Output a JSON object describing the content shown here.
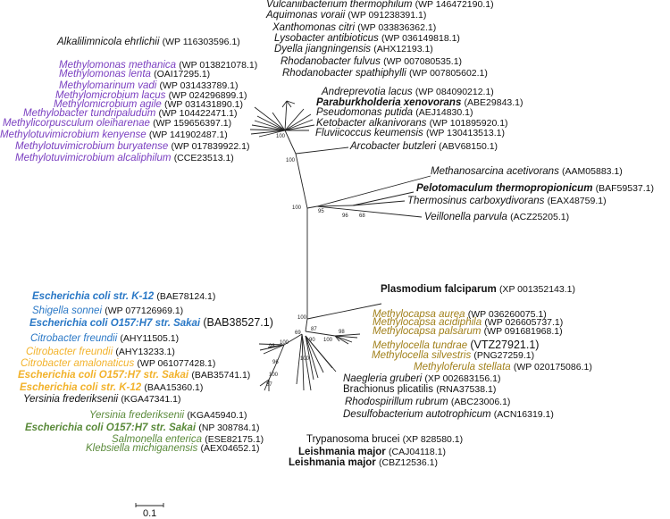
{
  "colors": {
    "purple": "#7a3fc0",
    "blue": "#2a78c6",
    "orange": "#f2b22a",
    "green": "#5a8a3a",
    "olive": "#a07f18",
    "black": "#111111"
  },
  "labels": [
    {
      "name": "Vulcaniibacterium thermophilum",
      "acc": "(WP 146472190.1)",
      "color": "black"
    },
    {
      "name": "Aquimonas voraii",
      "acc": "(WP 091238391.1)",
      "color": "black"
    },
    {
      "name": "Xanthomonas citri",
      "acc": "(WP 033836362.1)",
      "color": "black"
    },
    {
      "name": "Lysobacter antibioticus",
      "acc": "(WP 036149818.1)",
      "color": "black"
    },
    {
      "name": "Dyella jiangningensis",
      "acc": "(AHX12193.1)",
      "color": "black"
    },
    {
      "name": "Rhodanobacter fulvus",
      "acc": "(WP 007080535.1)",
      "color": "black"
    },
    {
      "name": "Rhodanobacter spathiphylli",
      "acc": "(WP 007805602.1)",
      "color": "black"
    },
    {
      "name": "Andreprevotia lacus",
      "acc": "(WP 084090212.1)",
      "color": "black"
    },
    {
      "name": "Paraburkholderia xenovorans",
      "acc": "(ABE29843.1)",
      "color": "black",
      "bold": true
    },
    {
      "name": "Pseudomonas putida",
      "acc": "(AEJ14830.1)",
      "color": "black"
    },
    {
      "name": "Ketobacter alkanivorans",
      "acc": "(WP 101895920.1)",
      "color": "black"
    },
    {
      "name": "Fluviicoccus keumensis",
      "acc": "(WP 130413513.1)",
      "color": "black"
    },
    {
      "name": "Arcobacter butzleri",
      "acc": "(ABV68150.1)",
      "color": "black"
    },
    {
      "name": "Methanosarcina acetivorans",
      "acc": "(AAM05883.1)",
      "color": "black"
    },
    {
      "name": "Pelotomaculum thermopropionicum",
      "acc": "(BAF59537.1)",
      "color": "black",
      "bold": true
    },
    {
      "name": "Thermosinus carboxydivorans",
      "acc": "(EAX48759.1)",
      "color": "black"
    },
    {
      "name": "Veillonella parvula",
      "acc": "(ACZ25205.1)",
      "color": "black"
    },
    {
      "name": "Alkalilimnicola ehrlichii",
      "acc": "(WP 116303596.1)",
      "color": "black"
    },
    {
      "name": "Methylomonas methanica",
      "acc": "(WP 013821078.1)",
      "color": "purple"
    },
    {
      "name": "Methylomonas lenta",
      "acc": "(OAI17295.1)",
      "color": "purple"
    },
    {
      "name": "Methylomarinum vadi",
      "acc": "(WP 031433789.1)",
      "color": "purple"
    },
    {
      "name": "Methylomicrobium lacus",
      "acc": "(WP 024296899.1)",
      "color": "purple"
    },
    {
      "name": "Methylomicrobium agile",
      "acc": "(WP 031431890.1)",
      "color": "purple"
    },
    {
      "name": "Methylobacter tundripaludum",
      "acc": "(WP 104422471.1)",
      "color": "purple"
    },
    {
      "name": "Methylicorpusculum oleiharenae",
      "acc": "(WP 159656397.1)",
      "color": "purple"
    },
    {
      "name": "Methylotuvimicrobium kenyense",
      "acc": "(WP 141902487.1)",
      "color": "purple"
    },
    {
      "name": "Methylotuvimicrobium buryatense",
      "acc": "(WP 017839922.1)",
      "color": "purple"
    },
    {
      "name": "Methylotuvimicrobium alcaliphilum",
      "acc": "(CCE23513.1)",
      "color": "purple"
    },
    {
      "name": "Escherichia coli str. K-12",
      "acc": "(BAE78124.1)",
      "color": "blue",
      "bold": true,
      "mixed": true
    },
    {
      "name": "Shigella sonnei",
      "acc": "(WP 077126969.1)",
      "color": "blue"
    },
    {
      "name": "Escherichia coli O157:H7 str. Sakai",
      "acc": "(BAB38527.1)",
      "color": "blue",
      "bold": true,
      "mixed": true,
      "bigacc": true
    },
    {
      "name": "Citrobacter freundii",
      "acc": "(AHY11505.1)",
      "color": "blue"
    },
    {
      "name": "Citrobacter freundii",
      "acc": "(AHY13233.1)",
      "color": "orange"
    },
    {
      "name": "Citrobacter amalonaticus",
      "acc": "(WP 061077428.1)",
      "color": "orange"
    },
    {
      "name": "Escherichia coli O157:H7 str. Sakai",
      "acc": "(BAB35741.1)",
      "color": "orange",
      "bold": true,
      "mixed": true
    },
    {
      "name": "Escherichia coli str. K-12",
      "acc": "(BAA15360.1)",
      "color": "orange",
      "bold": true,
      "mixed": true
    },
    {
      "name": "Yersinia frederiksenii",
      "acc": "(KGA47341.1)",
      "color": "black"
    },
    {
      "name": "Yersinia frederiksenii",
      "acc": "(KGA45940.1)",
      "color": "green"
    },
    {
      "name": "Escherichia coli O157:H7 str. Sakai",
      "acc": "(NP 308784.1)",
      "color": "green",
      "bold": true,
      "mixed": true
    },
    {
      "name": "Salmonella enterica",
      "acc": "(ESE82175.1)",
      "color": "green"
    },
    {
      "name": "Klebsiella michiganensis",
      "acc": "(AEX04652.1)",
      "color": "green"
    },
    {
      "name": "Plasmodium falciparum",
      "acc": "(XP 001352143.1)",
      "color": "black",
      "bold": true,
      "upright": true
    },
    {
      "name": "Methylocapsa aurea",
      "acc": "(WP 036260075.1)",
      "color": "olive"
    },
    {
      "name": "Methylocapsa acidiphila",
      "acc": "(WP 026605737.1)",
      "color": "olive"
    },
    {
      "name": "Methylocapsa palsarum",
      "acc": "(WP 091681968.1)",
      "color": "olive"
    },
    {
      "name": "Methylocella tundrae",
      "acc": "(VTZ27921.1)",
      "color": "olive",
      "bigacc": true
    },
    {
      "name": "Methylocella silvestris",
      "acc": "(PNG27259.1)",
      "color": "olive"
    },
    {
      "name": "Methyloferula stellata",
      "acc": "(WP 020175086.1)",
      "color": "olive"
    },
    {
      "name": "Naegleria gruberi",
      "acc": "(XP 002683156.1)",
      "color": "black"
    },
    {
      "name": "Brachionus plicatilis",
      "acc": "(RNA37538.1)",
      "color": "black",
      "upright": true
    },
    {
      "name": "Rhodospirillum rubrum",
      "acc": "(ABC23006.1)",
      "color": "black"
    },
    {
      "name": "Desulfobacterium autotrophicum",
      "acc": "(ACN16319.1)",
      "color": "black"
    },
    {
      "name": "Trypanosoma brucei",
      "acc": "(XP 828580.1)",
      "color": "black",
      "upright": true
    },
    {
      "name": "Leishmania major",
      "acc": "(CAJ04118.1)",
      "color": "black",
      "bold": true,
      "upright": true
    },
    {
      "name": "Leishmania major",
      "acc": "(CBZ12536.1)",
      "color": "black",
      "bold": true,
      "upright": true
    }
  ],
  "bootstrap": [
    "100",
    "100",
    "100",
    "95",
    "96",
    "68",
    "100",
    "87",
    "69",
    "90",
    "100",
    "98",
    "100",
    "98",
    "96",
    "100",
    "87",
    "100"
  ],
  "scale_bar": {
    "label": "0.1"
  }
}
